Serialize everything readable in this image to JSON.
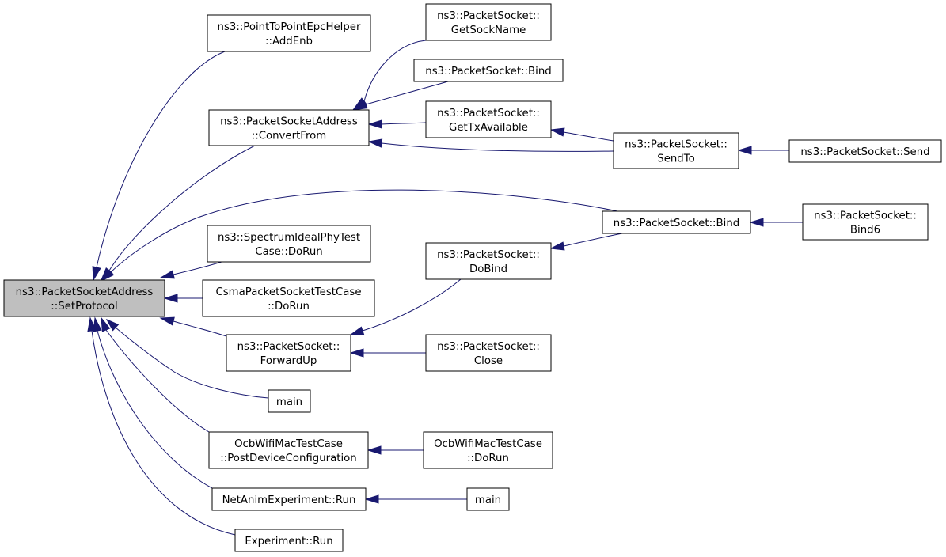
{
  "diagram": {
    "highlight_fill": "#bfbfbf",
    "node_fill": "#ffffff",
    "edge_color": "#191970",
    "nodes": {
      "setprotocol": [
        "ns3::PacketSocketAddress",
        "::SetProtocol"
      ],
      "p2p_addenb": [
        "ns3::PointToPointEpcHelper",
        "::AddEnb"
      ],
      "convertfrom": [
        "ns3::PacketSocketAddress",
        "::ConvertFrom"
      ],
      "spectrum_dorun": [
        "ns3::SpectrumIdealPhyTest",
        "Case::DoRun"
      ],
      "csma_dorun": [
        "CsmaPacketSocketTestCase",
        "::DoRun"
      ],
      "forwardup": [
        "ns3::PacketSocket::",
        "ForwardUp"
      ],
      "main1": [
        "main"
      ],
      "ocb_postdevice": [
        "OcbWifiMacTestCase",
        "::PostDeviceConfiguration"
      ],
      "netanim_run": [
        "NetAnimExperiment::Run"
      ],
      "experiment_run": [
        "Experiment::Run"
      ],
      "getsockname": [
        "ns3::PacketSocket::",
        "GetSockName"
      ],
      "bind_top": [
        "ns3::PacketSocket::Bind"
      ],
      "gettxavailable": [
        "ns3::PacketSocket::",
        "GetTxAvailable"
      ],
      "sendto": [
        "ns3::PacketSocket::",
        "SendTo"
      ],
      "send": [
        "ns3::PacketSocket::Send"
      ],
      "bind_mid": [
        "ns3::PacketSocket::Bind"
      ],
      "bind6": [
        "ns3::PacketSocket::",
        "Bind6"
      ],
      "dobind": [
        "ns3::PacketSocket::",
        "DoBind"
      ],
      "close": [
        "ns3::PacketSocket::",
        "Close"
      ],
      "ocb_dorun": [
        "OcbWifiMacTestCase",
        "::DoRun"
      ],
      "main2": [
        "main"
      ]
    },
    "edges": [
      {
        "from": "p2p_addenb",
        "to": "setprotocol"
      },
      {
        "from": "convertfrom",
        "to": "setprotocol"
      },
      {
        "from": "bind_mid",
        "to": "setprotocol"
      },
      {
        "from": "spectrum_dorun",
        "to": "setprotocol"
      },
      {
        "from": "csma_dorun",
        "to": "setprotocol"
      },
      {
        "from": "forwardup",
        "to": "setprotocol"
      },
      {
        "from": "main1",
        "to": "setprotocol"
      },
      {
        "from": "ocb_postdevice",
        "to": "setprotocol"
      },
      {
        "from": "netanim_run",
        "to": "setprotocol"
      },
      {
        "from": "experiment_run",
        "to": "setprotocol"
      },
      {
        "from": "getsockname",
        "to": "convertfrom"
      },
      {
        "from": "bind_top",
        "to": "convertfrom"
      },
      {
        "from": "gettxavailable",
        "to": "convertfrom"
      },
      {
        "from": "sendto",
        "to": "convertfrom"
      },
      {
        "from": "sendto",
        "to": "gettxavailable"
      },
      {
        "from": "send",
        "to": "sendto"
      },
      {
        "from": "bind6",
        "to": "bind_mid"
      },
      {
        "from": "dobind",
        "to": "bind_mid"
      },
      {
        "from": "dobind",
        "to": "forwardup"
      },
      {
        "from": "close",
        "to": "forwardup"
      },
      {
        "from": "ocb_dorun",
        "to": "ocb_postdevice"
      },
      {
        "from": "main2",
        "to": "netanim_run"
      }
    ]
  }
}
